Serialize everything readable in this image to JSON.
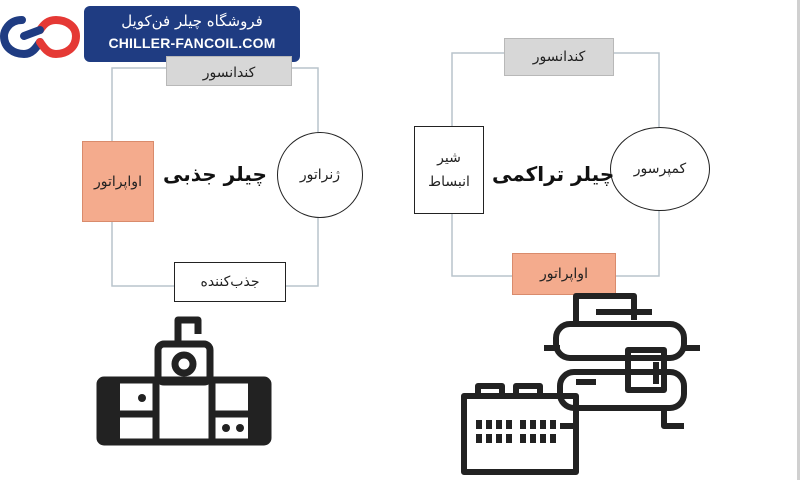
{
  "brand": {
    "name_fa": "فروشگاه چیلر فن‌کویل",
    "name_en": "CHILLER-FANCOIL.COM"
  },
  "absorption": {
    "title": "چیلر جذبی",
    "condenser": "کندانسور",
    "evaporator": "اواپراتور",
    "generator": "ژنراتور",
    "absorber": "جذب‌کننده"
  },
  "compression": {
    "title": "چیلر تراکمی",
    "condenser": "کندانسور",
    "evaporator": "اواپراتور",
    "compressor": "کمپرسور",
    "valve_line1": "شیر",
    "valve_line2": "انبساط"
  },
  "colors": {
    "brand_blue": "#1f3c82",
    "logo_red": "#e53935",
    "component_gray": "#d7d7d7",
    "evaporator_salmon": "#f4ab8d",
    "loop_line": "#b9c4cc"
  }
}
